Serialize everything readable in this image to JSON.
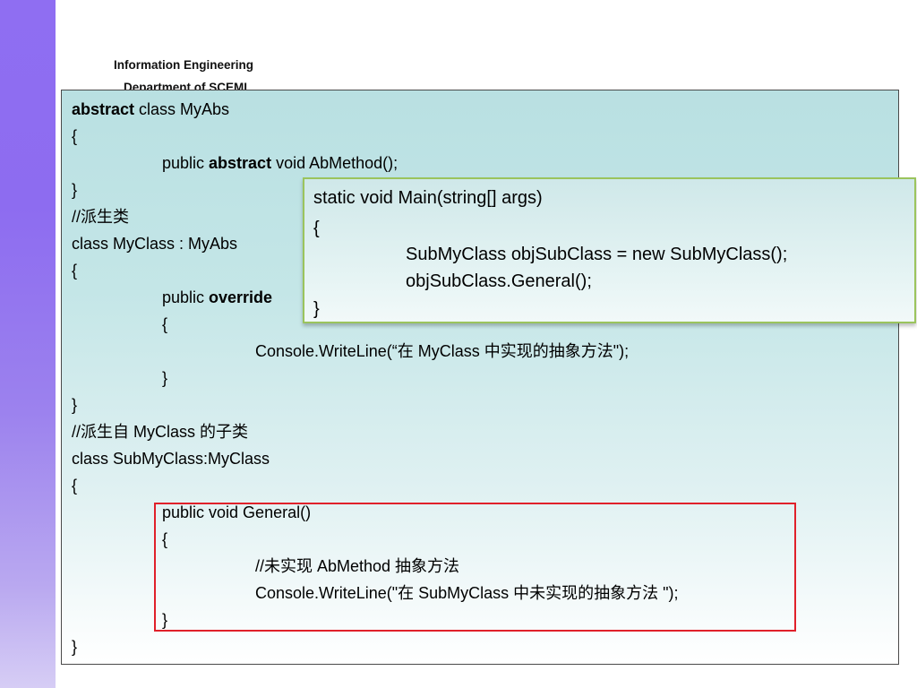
{
  "header": {
    "line1": "Information Engineering",
    "line2": "Department of SCEMI"
  },
  "code": {
    "l1_kw": "abstract",
    "l1_rest": " class MyAbs",
    "l2": "{",
    "l3_a": "public ",
    "l3_kw": "abstract",
    "l3_b": " void AbMethod();",
    "l4": "}",
    "l5": "//派生类",
    "l6": "class MyClass : MyAbs",
    "l7": "{",
    "l8_a": "public ",
    "l8_kw": "override",
    "l9": "{",
    "l10": "Console.WriteLine(“在 MyClass 中实现的抽象方法\");",
    "l11": "}",
    "l12": "}",
    "l13": "//派生自 MyClass 的子类",
    "l14": "class SubMyClass:MyClass",
    "l15": "{",
    "l16": "public void General()",
    "l17": "{",
    "l18": "//未实现 AbMethod 抽象方法",
    "l19": "Console.WriteLine(\"在 SubMyClass 中未实现的抽象方法 \");",
    "l20": "}",
    "l21": "}"
  },
  "popup": {
    "p1": "static void Main(string[] args)",
    "p2": "{",
    "p3": "SubMyClass objSubClass = new SubMyClass();",
    "p4": "objSubClass.General();",
    "p5": "}"
  },
  "colors": {
    "left_strip": "#8f6ef2",
    "code_box_bg": "#b9e0e2",
    "popup_border": "#9bc45d",
    "highlight_border": "#e0202a"
  }
}
